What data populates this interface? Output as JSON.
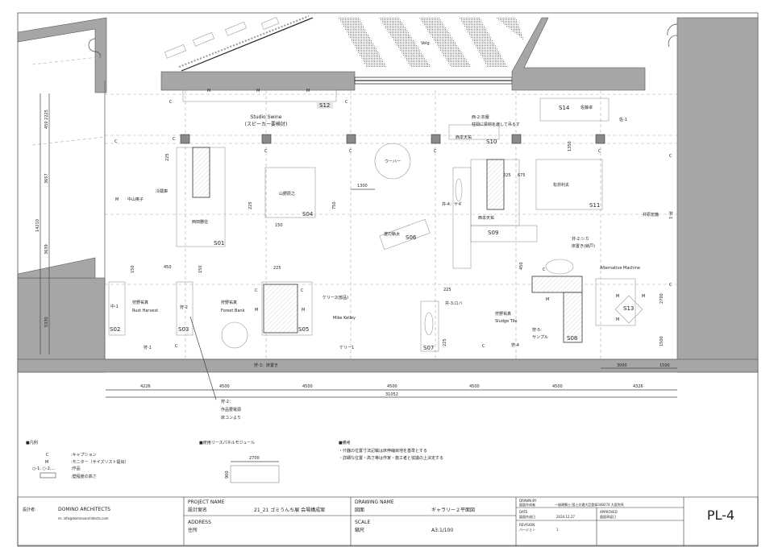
{
  "plan": {
    "velg": "Velg",
    "s12": "S12",
    "studio_swine": "Studio Swine",
    "studio_swine_note": "(スピーカー要検討)",
    "s14": "S14",
    "sato": "佐藤卓",
    "sato_1": "佐-1",
    "nishi2": "西-2:衣服",
    "nishi2_note": "柱間に梁材を渡して吊るす",
    "nishimoto_a": "西本天祐",
    "s10": "S10",
    "uber": "ウーバー",
    "reizouko": "冷蔵庫",
    "nakayama": "中山英子",
    "s01": "S01",
    "nishida": "西田勝信",
    "yamano": "山野辰之",
    "s04": "S04",
    "watanabe": "渡辺執太",
    "s06": "S06",
    "i4": "井-4：ヤギ",
    "nishimoto_b": "西本天祐",
    "s09": "S09",
    "matsui": "松井利夫",
    "s11": "S11",
    "ihara": "井原宏蕗",
    "i1": "井-1",
    "i2": "井-2:シカ",
    "i2_note": "床置き(納戸)",
    "alt_machine": "Alternative Machine",
    "s13": "S13",
    "naka1": "中-1",
    "s02": "S02",
    "kano_a": "狩野祐真",
    "rust_harvest": "Rust Harvest",
    "kari2": "狩-2",
    "s03": "S03",
    "kano_b": "狩野祐真",
    "forest_bank": "Forest Bank",
    "s05": "S05",
    "kelley2": "ケリー2(部品)",
    "mike_kelley": "Mike Kelley",
    "kari1": "狩-1",
    "kelley1": "ケリー1",
    "kari3": "狩-3：床置き",
    "i3": "井-3:ロバ",
    "s07": "S07",
    "kano_c": "狩野祐真",
    "sludge_tile": "Sludge Tile",
    "kari5": "狩-5:",
    "kari5_note": "サンプル",
    "s08": "S08",
    "kari4": "狩-4",
    "kari2_note1": "狩-2：",
    "kari2_note2": "作品要電源",
    "kari2_note3": "床コンより",
    "caption": "C",
    "monitor": "M"
  },
  "dimensions": {
    "d1300": "1300",
    "d750": "750",
    "d225": "225",
    "d150": "150",
    "d675": "675",
    "d1350": "1350",
    "d450": "450",
    "d2700": "2700",
    "d1500": "1500",
    "d3000": "3000",
    "bottom": [
      "4226",
      "4500",
      "4500",
      "4500",
      "4500",
      "4500",
      "4326"
    ],
    "total": "31052",
    "left": {
      "top": "450 2225",
      "a": "3657",
      "total": "14210",
      "b": "3639",
      "c": "5330"
    }
  },
  "legend": {
    "title": "■凡例",
    "items": [
      {
        "symbol": "C",
        "desc": ":キャプション"
      },
      {
        "symbol": "M",
        "desc": ":モニター（サイズリスト提出）"
      },
      {
        "symbol": "○-1, ○-2,…",
        "desc": ":作品"
      },
      {
        "symbol": "",
        "desc": ":壁程度の高さ"
      }
    ]
  },
  "panel_module": {
    "title": "■使用リースパネルモジュール",
    "width": "2700",
    "height": "900"
  },
  "notes": {
    "title": "■備考",
    "lines": [
      "・什器の位置寸法記載は床伸縮目地を基準とする",
      "・詳細な位置・高さ等は作家・施工者と協議の上決定する"
    ]
  },
  "title_block": {
    "designer_label": "設計者:",
    "firm": "DOMINO ARCHITECTS",
    "email": "m: info@dominoarchitects.com",
    "project_name_label": "PROJECT NAME",
    "project_name_jp": "設計案名",
    "project_name": "21_21 ゴミうんち展 会場構成案",
    "address_label": "ADDRESS",
    "address_jp": "住所",
    "drawing_name_label": "DRAWING NAME",
    "drawing_name_jp": "図面",
    "drawing_name": "ギャラリー２平面図",
    "scale_label": "SCALE",
    "scale_jp": "縮尺",
    "scale": "A3:1/100",
    "drawn_by_label": "DRAWN BY",
    "drawn_by_jp": "図面作成者",
    "drawn_by": "一級建築士 国土交通大臣登録348274 大庭弥亮",
    "date_label": "DATE",
    "date_jp": "図面作成日",
    "date": "2024.12.27",
    "approved_label": "APPROVED",
    "approved_jp": "図面承認日",
    "revision_label": "REVISION",
    "revision_jp": "バージョン",
    "revision": "1",
    "sheet": "PL-4"
  }
}
